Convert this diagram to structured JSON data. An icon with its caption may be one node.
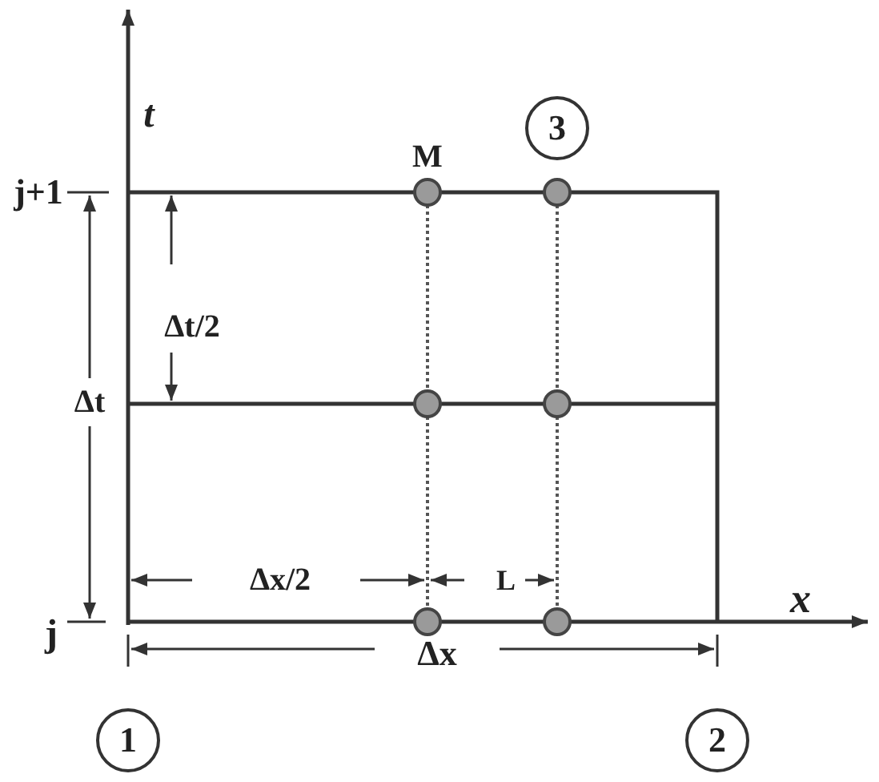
{
  "diagram": {
    "labels": [
      "t",
      "M",
      "3",
      "j+1",
      "Δt/2",
      "Δt",
      "Δx/2",
      "L",
      "x",
      "j",
      "Δx",
      "1",
      "2"
    ]
  }
}
